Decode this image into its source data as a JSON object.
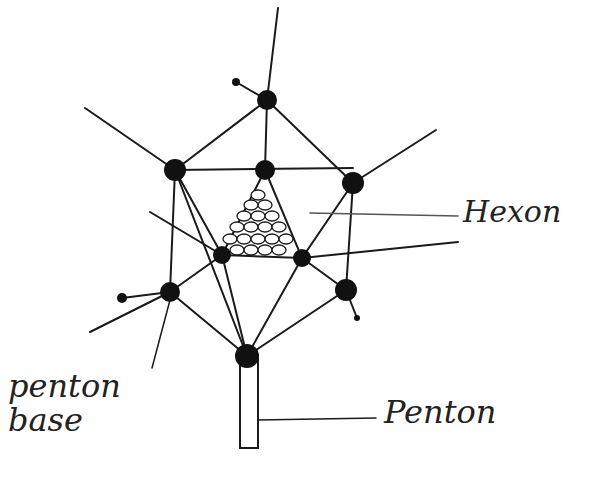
{
  "diagram": {
    "labels": [
      "Hexon",
      "penton base",
      "Penton"
    ]
  }
}
